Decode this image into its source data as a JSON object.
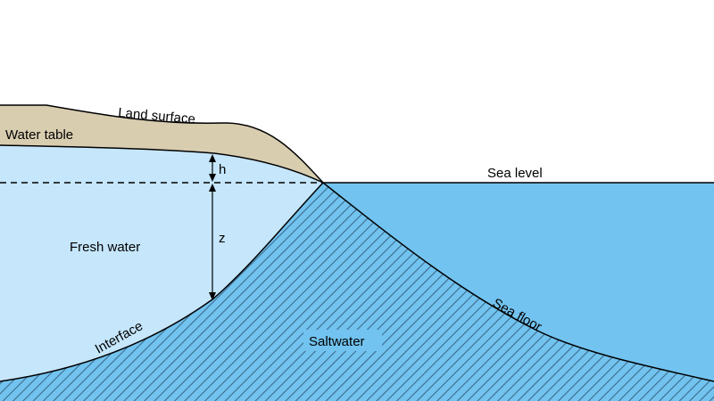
{
  "labels": {
    "land_surface": "Land surface",
    "water_table": "Water table",
    "sea_level": "Sea level",
    "h": "h",
    "z": "z",
    "fresh_water": "Fresh water",
    "interface": "Interface",
    "saltwater": "Saltwater",
    "sea_floor": "Sea floor"
  },
  "colors": {
    "background": "#ffffff",
    "land": "#d9cdb0",
    "fresh_water": "#c5e6fb",
    "saltwater": "#72c3ef",
    "sea": "#72c3ef",
    "hatch": "#3d6a8c",
    "line": "#000000"
  }
}
